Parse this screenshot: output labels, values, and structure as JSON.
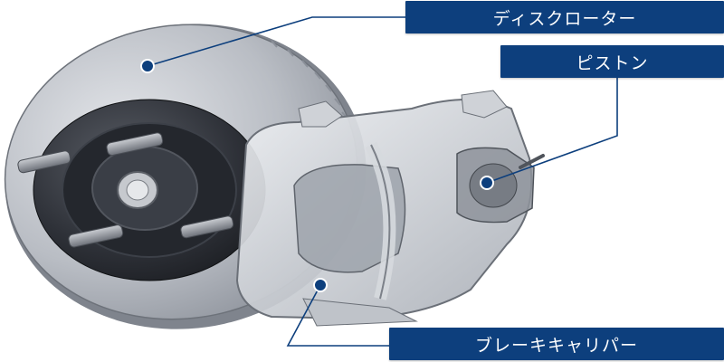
{
  "labels": {
    "disc_rotor": "ディスクローター",
    "piston": "ピストン",
    "brake_caliper": "ブレーキキャリパー"
  },
  "colors": {
    "label_background": "#0d3f7d",
    "label_text": "#ffffff",
    "leader_line": "#0d3f7d",
    "marker_dot": "#0d3f7d"
  }
}
